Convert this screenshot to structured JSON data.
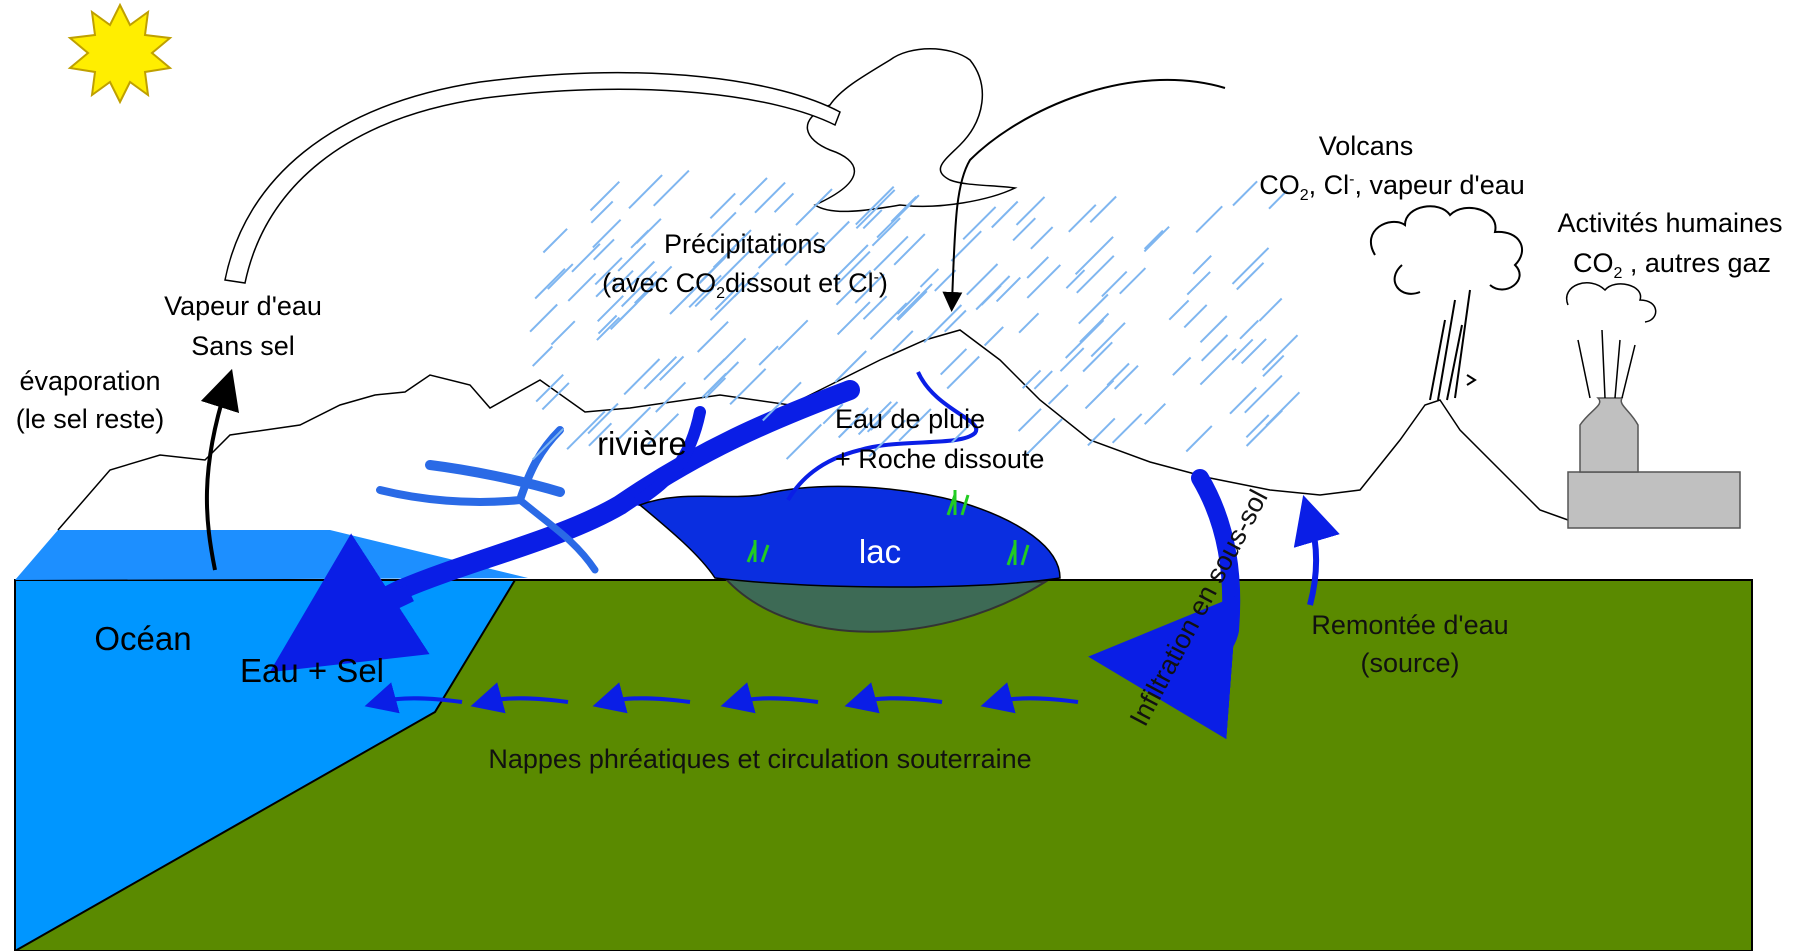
{
  "colors": {
    "ocean": "#0096ff",
    "ground": "#5a8a00",
    "flow": "#0a1ee6",
    "lake": "#0a2ee0",
    "rain": "#7fb6f0",
    "sun": "#ffee00",
    "factory": "#c0c0c0",
    "grass": "#22cc22"
  },
  "icons": {
    "sun": "sun-icon",
    "cloud": "cloud-icon",
    "volcano": "volcano-icon",
    "factory": "factory-icon"
  },
  "labels": {
    "evaporation": [
      "évaporation",
      "(le sel reste)"
    ],
    "vapor": [
      "Vapeur d'eau",
      "Sans sel"
    ],
    "precip_line1": "Précipitations",
    "precip_line2": {
      "a": "(avec CO",
      "sub": "2",
      "b": "dissout et Cl",
      "sup": "-",
      "c": ")"
    },
    "volcans_title": "Volcans",
    "volcans_line2": {
      "a": "CO",
      "sub": "2",
      "b": ", Cl",
      "sup": "-",
      "c": ", vapeur d'eau"
    },
    "activites_title": "Activités humaines",
    "activites_line2": {
      "a": "CO",
      "sub": "2",
      "b": " , autres gaz"
    },
    "riviere": "rivière",
    "eau_pluie": [
      "Eau de pluie",
      "+ Roche dissoute"
    ],
    "lac": "lac",
    "ocean": "Océan",
    "eau_sel": "Eau + Sel",
    "infiltration": "Infiltration en sous-sol",
    "remontee": [
      "Remontée d'eau",
      "(source)"
    ],
    "nappes": "Nappes phréatiques et circulation souterraine"
  }
}
